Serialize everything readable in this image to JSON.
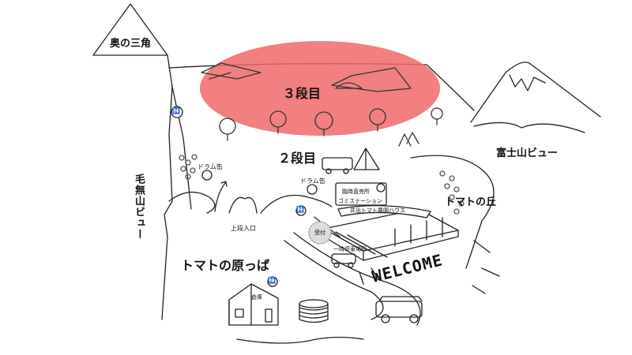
{
  "map": {
    "peak_label": "奥の三角",
    "tier3_label": "３段目",
    "tier2_label": "２段目",
    "fuji_view": "富士山ビュー",
    "kenashi_view": "毛無山ビュー",
    "tomato_hill": "トマトの丘",
    "tomato_field": "トマトの原っぱ",
    "drum_can_left": "ドラム缶",
    "drum_can_center": "ドラム缶",
    "upper_entrance": "上段入口",
    "shop_sign": "臨時直売所",
    "garbage_sign": "ゴミステーション",
    "greenhouse_banner": "井出トマト農園ハウス",
    "reception": "受付",
    "temp_parking": "一時停車場所",
    "welcome": "WELCOME",
    "storehouse": "倉庫",
    "toilet_glyph": "🚻",
    "highlight_color": "#f06a6a"
  }
}
